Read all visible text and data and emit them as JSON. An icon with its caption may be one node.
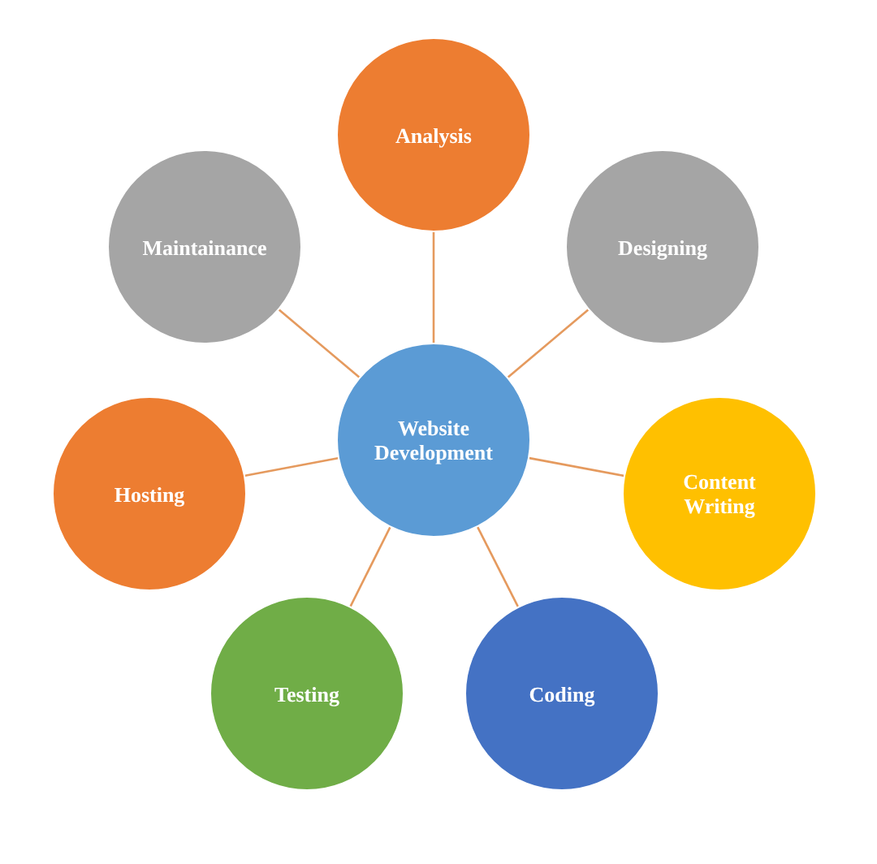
{
  "diagram": {
    "nodes": [
      {
        "text": [
          "Website Development"
        ]
      },
      {
        "text": [
          "Analysis"
        ]
      },
      {
        "text": [
          "Designing"
        ]
      },
      {
        "text": [
          "Content Writing"
        ]
      },
      {
        "text": [
          "Coding"
        ]
      },
      {
        "text": [
          "Testing"
        ]
      },
      {
        "text": [
          "Hosting"
        ]
      },
      {
        "text": [
          "Maintainance"
        ]
      }
    ],
    "edges": [
      {
        "from": 0,
        "to": 1,
        "arrow": "none"
      },
      {
        "from": 0,
        "to": 2,
        "arrow": "none"
      },
      {
        "from": 0,
        "to": 3,
        "arrow": "none"
      },
      {
        "from": 0,
        "to": 4,
        "arrow": "none"
      },
      {
        "from": 0,
        "to": 5,
        "arrow": "none"
      },
      {
        "from": 0,
        "to": 6,
        "arrow": "none"
      },
      {
        "from": 0,
        "to": 7,
        "arrow": "none"
      }
    ]
  }
}
